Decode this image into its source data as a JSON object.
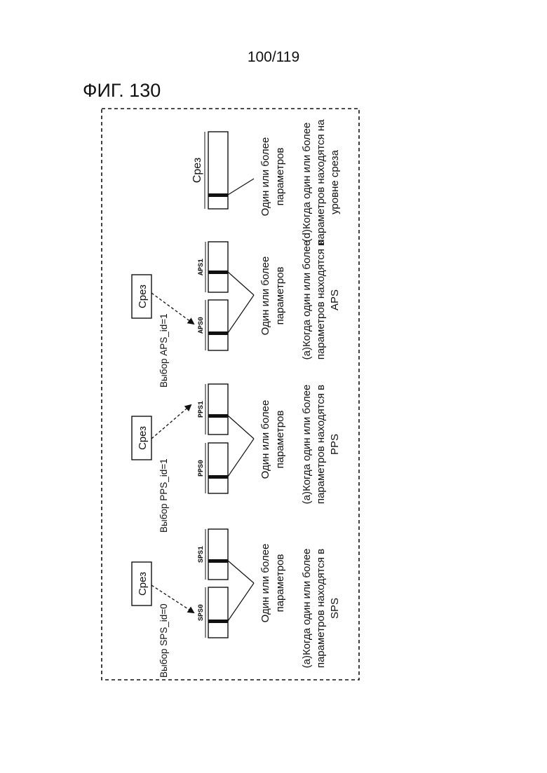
{
  "page_number": "100/119",
  "figure_title": "ФИГ. 130",
  "slice_label": "Срез",
  "params_label_line1": "Один или более",
  "params_label_line2": "параметров",
  "sections": [
    {
      "key": "sps",
      "selection": "Выбор SPS_id=0",
      "sets": [
        "SPS0",
        "SPS1"
      ],
      "caption": [
        "(a)Когда один или более",
        "параметров находятся в",
        "SPS"
      ]
    },
    {
      "key": "pps",
      "selection": "Выбор PPS_id=1",
      "sets": [
        "PPS0",
        "PPS1"
      ],
      "caption": [
        "(a)Когда один или более",
        "параметров находятся в",
        "PPS"
      ]
    },
    {
      "key": "aps",
      "selection": "Выбор APS_id=1",
      "sets": [
        "APS0",
        "APS1"
      ],
      "caption": [
        "(a)Когда один или более",
        "параметров находятся в",
        "APS"
      ]
    },
    {
      "key": "slice",
      "selection": "",
      "sets": [],
      "caption": [
        "(d)Когда один или более",
        "параметров находятся на",
        "уровне среза"
      ]
    }
  ]
}
